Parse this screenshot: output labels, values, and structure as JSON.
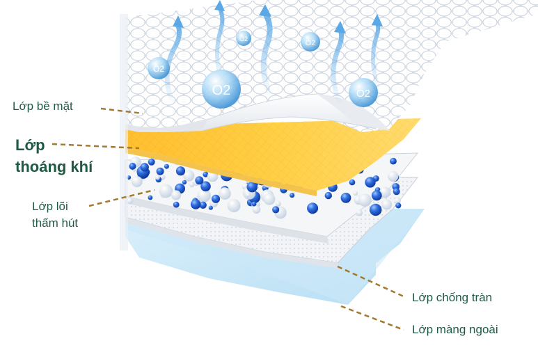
{
  "labels": {
    "surface": "Lớp bề mặt",
    "breathable_line1": "Lớp",
    "breathable_line2": "thoáng khí",
    "core_line1": "Lớp lõi",
    "core_line2": "thấm hút",
    "anti_leak": "Lớp chống tràn",
    "outer": "Lớp màng ngoài"
  },
  "oxygen_label": "O2",
  "colors": {
    "text": "#1f5a43",
    "leader": "#a27a2e",
    "breathable": "#ffc93a",
    "bead": "#1f5fcf",
    "outer": "#bfe2f5"
  }
}
